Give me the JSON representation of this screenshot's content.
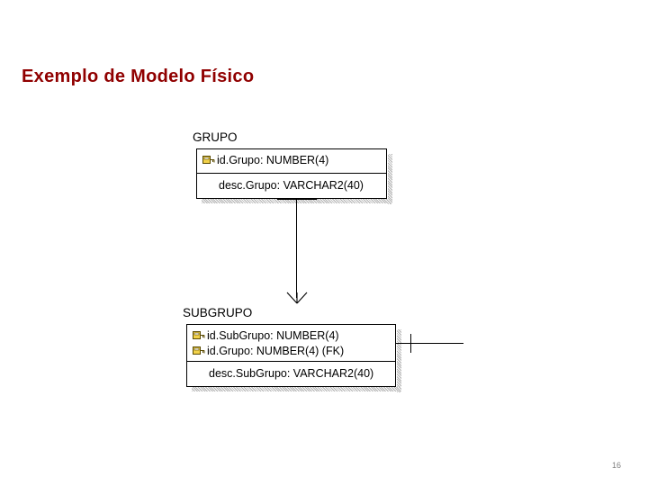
{
  "slide": {
    "title": "Exemplo de Modelo Físico",
    "page_number": "16",
    "title_color": "#900000"
  },
  "diagram": {
    "entities": [
      {
        "name": "GRUPO",
        "label": "GRUPO",
        "primary_keys": [
          {
            "icon": "key-icon",
            "text": "id.Grupo: NUMBER(4)"
          }
        ],
        "attributes": [
          {
            "text": "desc.Grupo: VARCHAR2(40)"
          }
        ]
      },
      {
        "name": "SUBGRUPO",
        "label": "SUBGRUPO",
        "primary_keys": [
          {
            "icon": "key-icon",
            "text": "id.SubGrupo: NUMBER(4)"
          },
          {
            "icon": "key-icon",
            "text": "id.Grupo: NUMBER(4) (FK)"
          }
        ],
        "attributes": [
          {
            "text": "desc.SubGrupo: VARCHAR2(40)"
          }
        ]
      }
    ],
    "relationships": [
      {
        "name": "grupo-to-subgrupo",
        "from": "GRUPO",
        "to": "SUBGRUPO",
        "notation": "crows-foot"
      },
      {
        "name": "subgrupo-right-connector",
        "from": "SUBGRUPO",
        "to": "",
        "notation": "one"
      }
    ]
  }
}
